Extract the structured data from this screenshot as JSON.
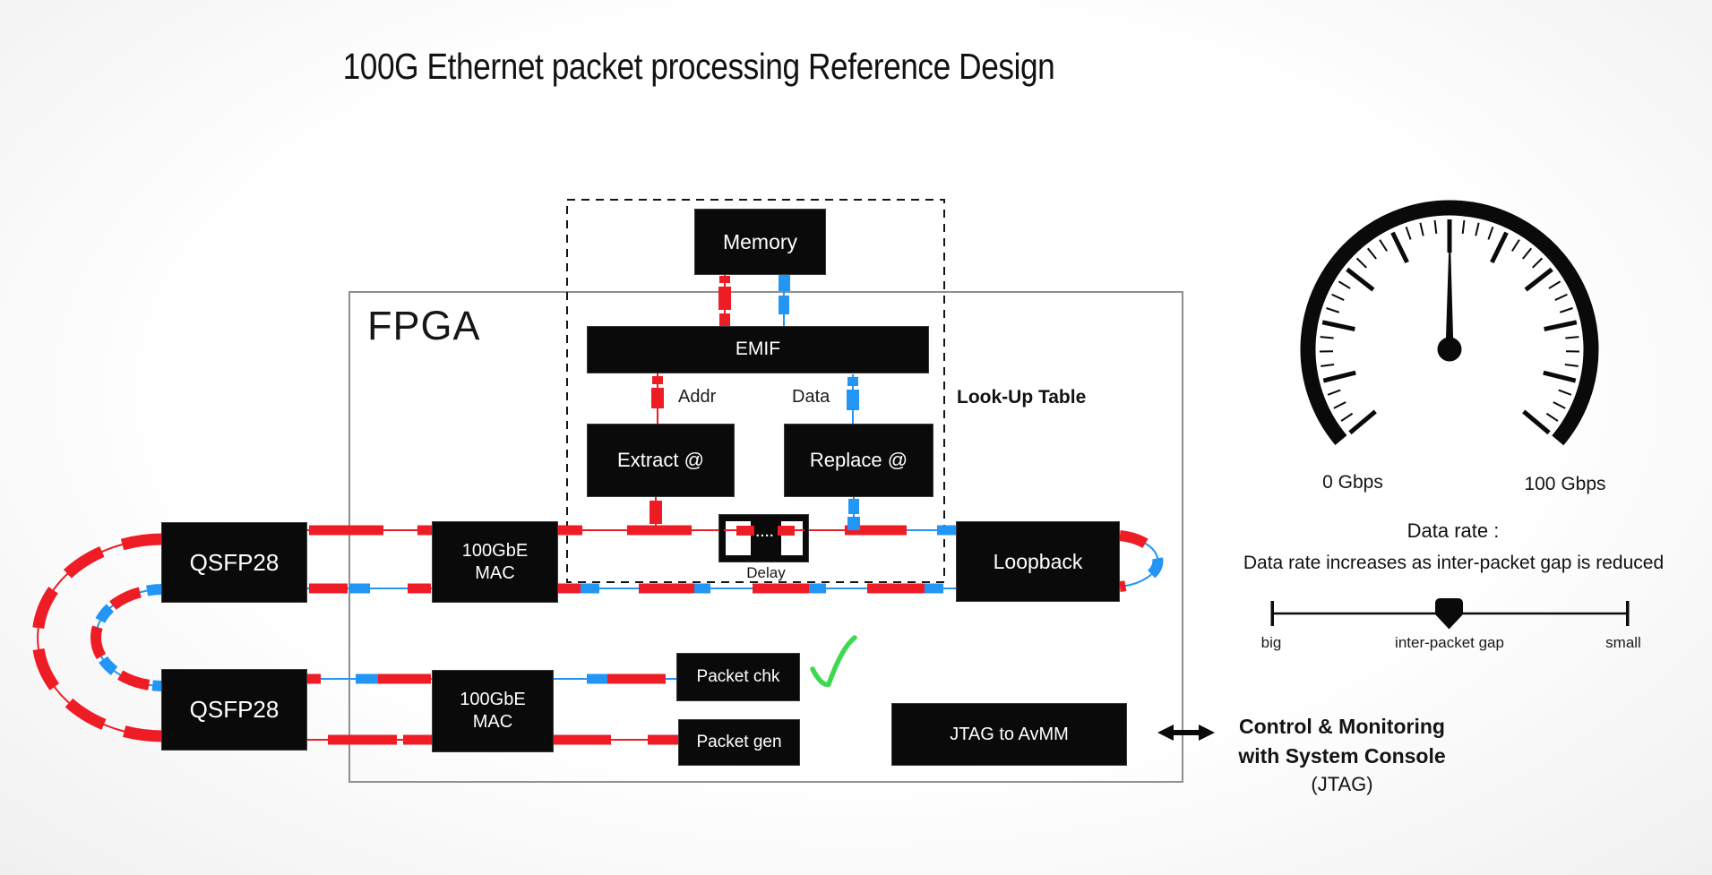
{
  "title": "100G Ethernet packet processing Reference Design",
  "fpga": {
    "label": "FPGA"
  },
  "lut": {
    "label": "Look-Up Table"
  },
  "blocks": {
    "memory": "Memory",
    "emif": "EMIF",
    "extract": "Extract @",
    "replace": "Replace @",
    "addr_label": "Addr",
    "data_label": "Data",
    "delay": "Delay",
    "delay_dots": "....",
    "qsfp_top": "QSFP28",
    "qsfp_bottom": "QSFP28",
    "mac_line1": "100GbE",
    "mac_line2": "MAC",
    "loopback": "Loopback",
    "packet_chk": "Packet chk",
    "packet_gen": "Packet gen",
    "jtag_avmm": "JTAG to AvMM"
  },
  "gauge": {
    "min_label": "0 Gbps",
    "max_label": "100 Gbps",
    "value_gbps": 50,
    "range_degrees": 260
  },
  "data_rate": {
    "heading": "Data rate :",
    "caption": "Data rate increases as inter-packet gap is reduced"
  },
  "slider": {
    "left_label": "big",
    "center_label": "inter-packet gap",
    "right_label": "small"
  },
  "console_note": {
    "line1": "Control & Monitoring",
    "line2": "with System Console",
    "line3": "(JTAG)"
  },
  "status": {
    "packet_check_ok": "✓"
  },
  "colors": {
    "red": "#ee1c25",
    "blue": "#2395f4",
    "green": "#3fd94f",
    "black": "#0a0a0a"
  }
}
